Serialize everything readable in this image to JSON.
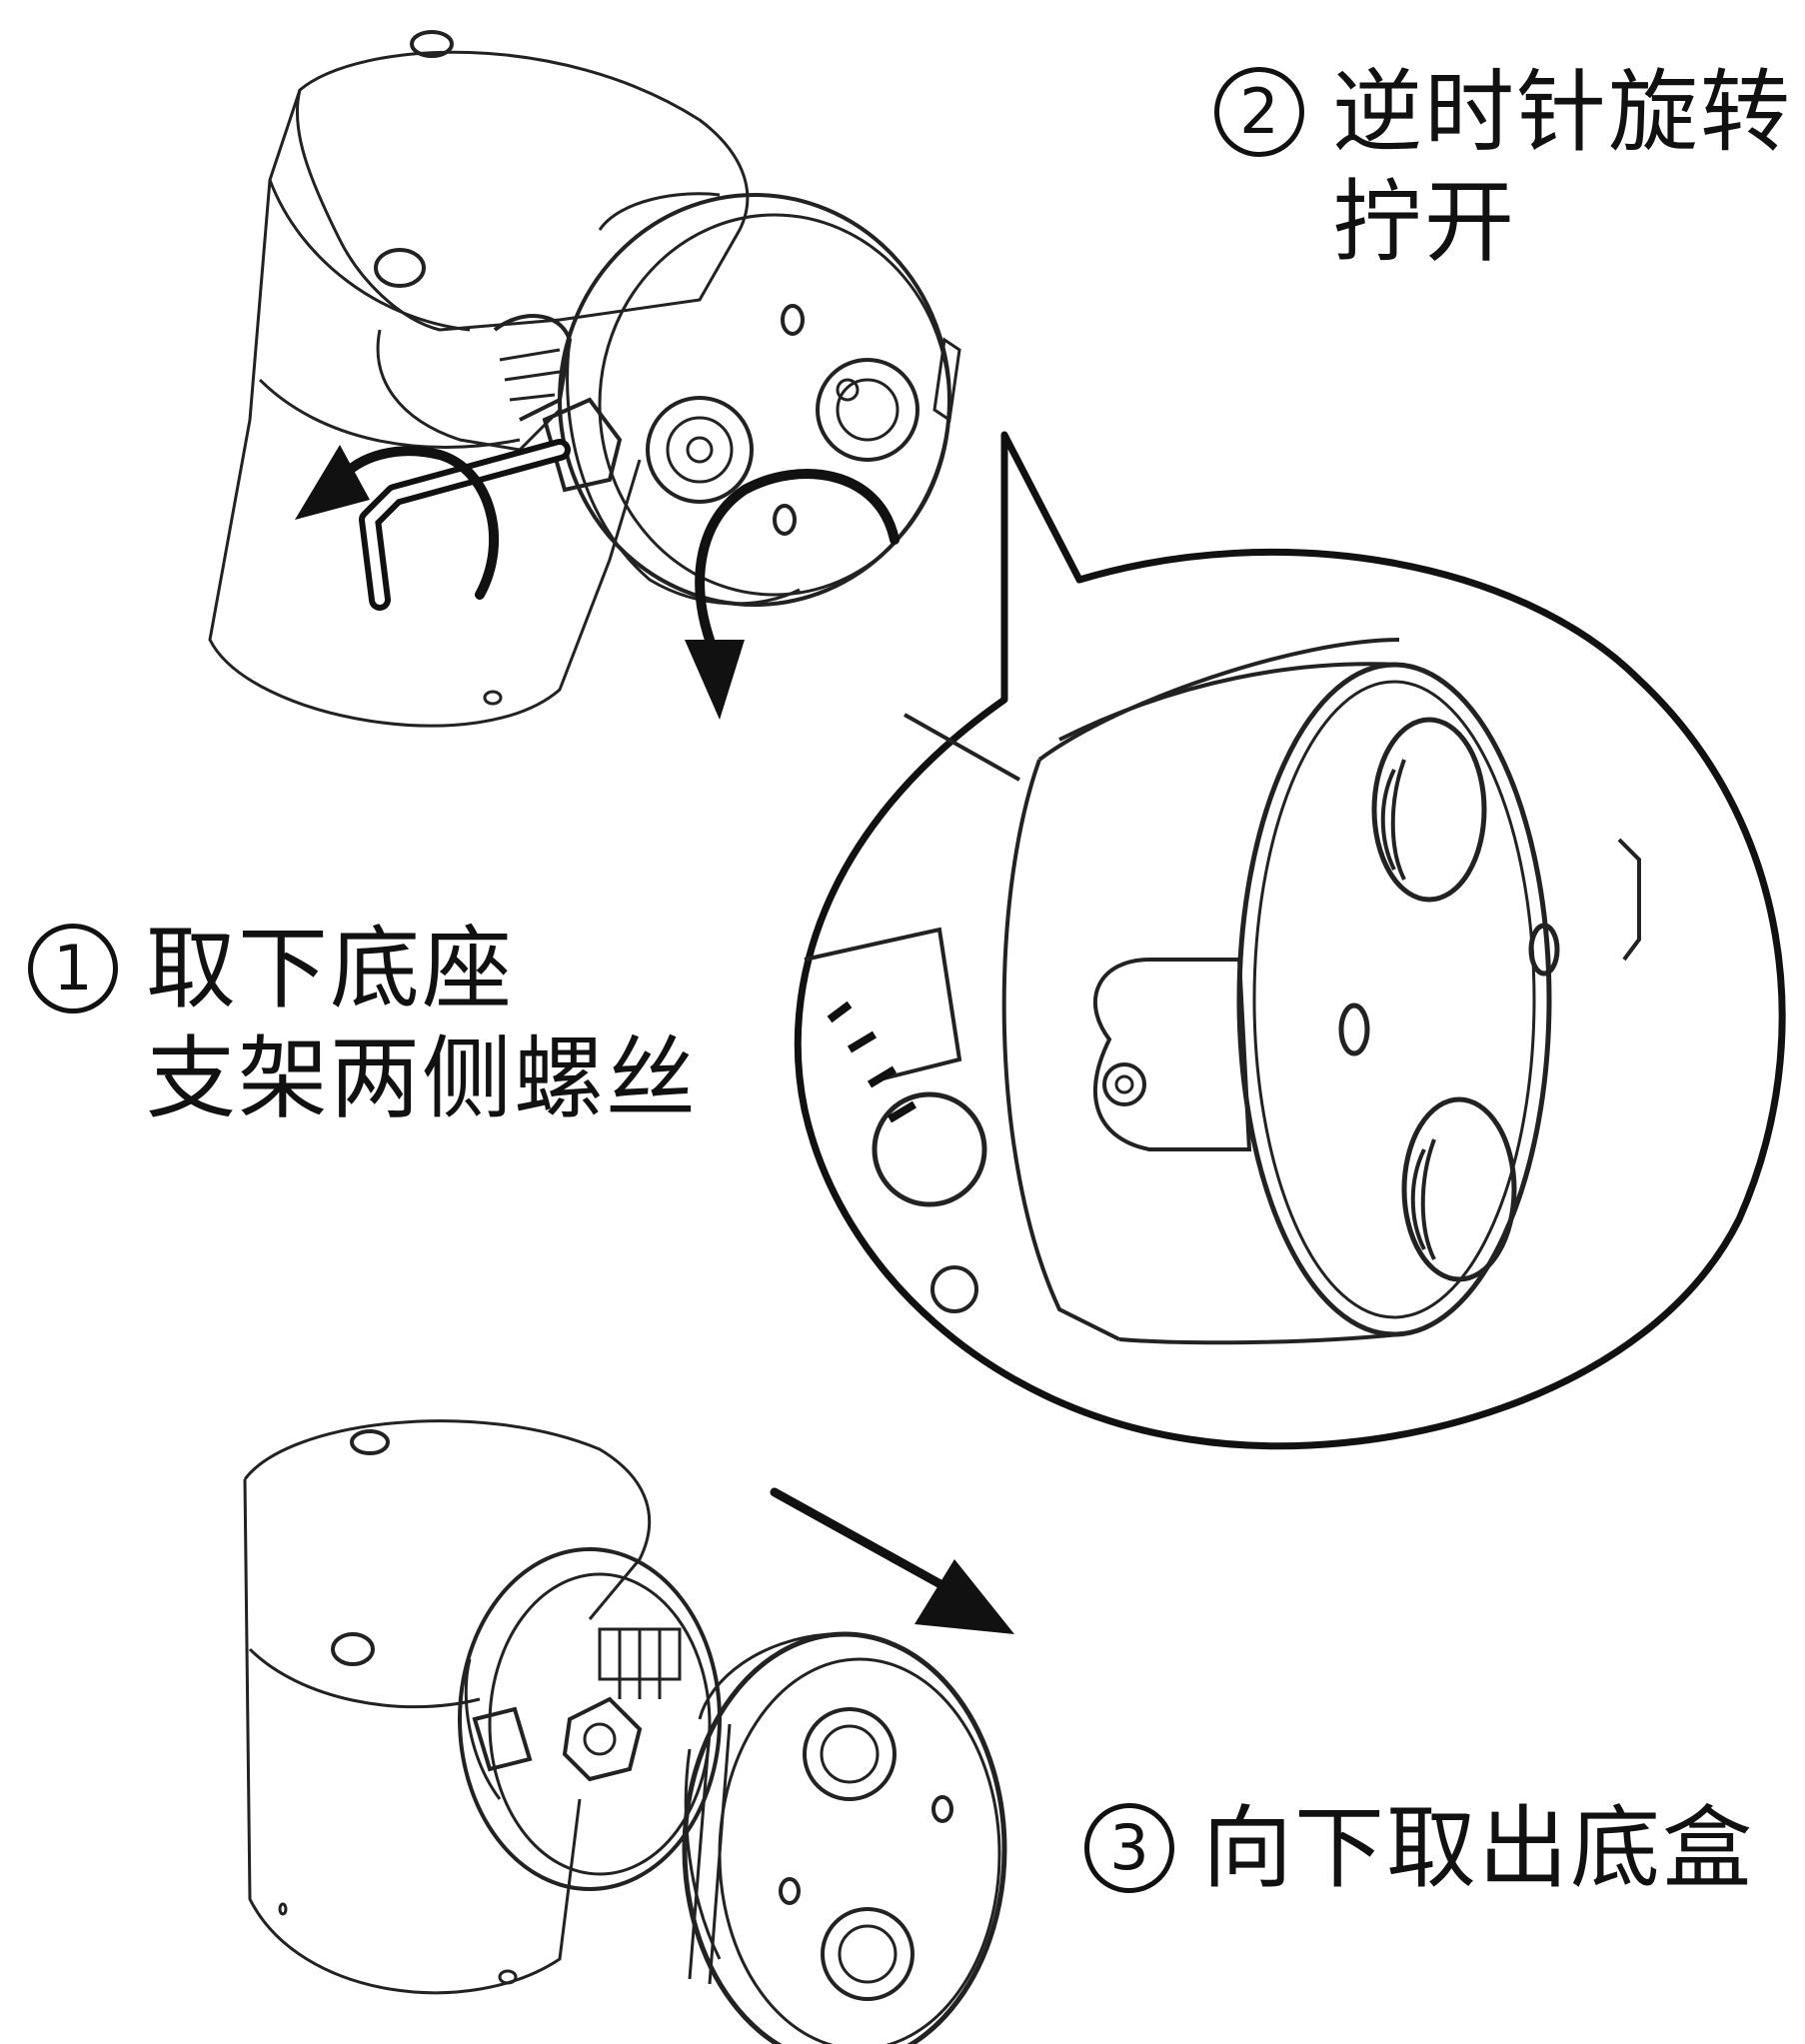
{
  "step2": {
    "number": "②",
    "line1": "逆时针旋转",
    "line2": "拧开"
  },
  "step1": {
    "number": "①",
    "line1": "取下底座",
    "line2": "支架两侧螺丝"
  },
  "step3": {
    "number": "③",
    "line1": "向下取出底盒"
  },
  "colors": {
    "ink": "#111111",
    "background": "#ffffff"
  }
}
